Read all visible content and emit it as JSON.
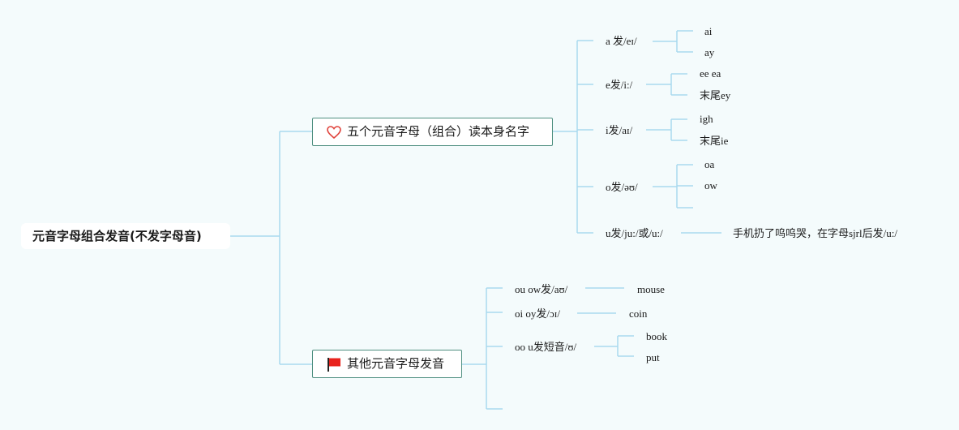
{
  "root": {
    "label": "元音字母组合发音(不发字母音)"
  },
  "branches": [
    {
      "label": "五个元音字母（组合）读本身名字",
      "icon": "heart-icon",
      "children": [
        {
          "label": "a 发/eɪ/",
          "children": [
            "ai",
            "ay"
          ]
        },
        {
          "label": "e发/i:/",
          "children": [
            "ee ea",
            "末尾ey"
          ]
        },
        {
          "label": "i发/aɪ/",
          "children": [
            "igh",
            "末尾ie"
          ]
        },
        {
          "label": "o发/əʊ/",
          "children": [
            "oa",
            "ow",
            ""
          ]
        },
        {
          "label": "u发/ju:/或/u:/",
          "children": [
            "手机扔了呜呜哭，在字母sjrl后发/u:/"
          ]
        }
      ]
    },
    {
      "label": "其他元音字母发音",
      "icon": "red-flag-icon",
      "children": [
        {
          "label": "ou ow发/aʊ/",
          "children": [
            "mouse"
          ]
        },
        {
          "label": "oi oy发/ɔɪ/",
          "children": [
            "coin"
          ]
        },
        {
          "label": "oo u发短音/ʊ/",
          "children": [
            "book",
            "put"
          ]
        },
        {
          "label": "",
          "children": []
        }
      ]
    }
  ],
  "colors": {
    "background": "#f4fbfc",
    "connector": "#a9d9ee",
    "box_border": "#4e8f80",
    "heart": "#e0433c",
    "flag": "#e8231d"
  }
}
